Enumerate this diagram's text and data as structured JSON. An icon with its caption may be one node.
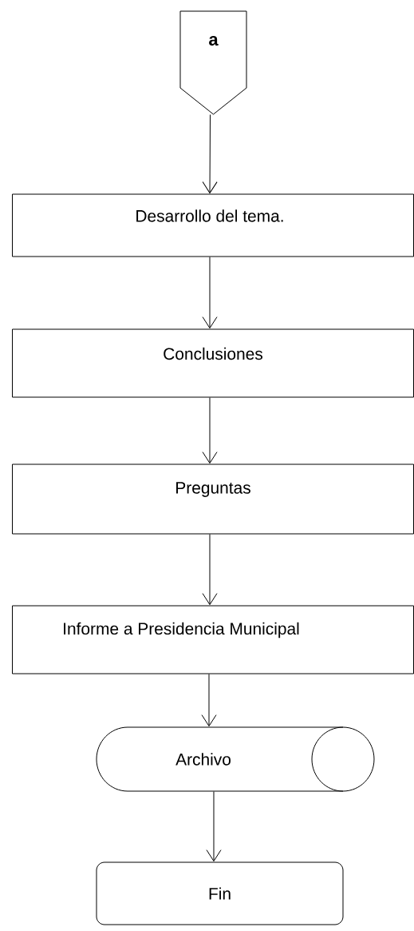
{
  "diagram": {
    "nodes": [
      {
        "text": [
          "a"
        ]
      },
      {
        "text": [
          "Desarrollo del tema."
        ]
      },
      {
        "text": [
          "Conclusiones"
        ]
      },
      {
        "text": [
          "Preguntas"
        ]
      },
      {
        "text": [
          "Informe a Presidencia Municipal"
        ]
      },
      {
        "text": [
          "Archivo"
        ]
      },
      {
        "text": [
          "Fin"
        ]
      }
    ],
    "edges": [
      {
        "from": 0,
        "to": 1,
        "arrow": "to"
      },
      {
        "from": 1,
        "to": 2,
        "arrow": "to"
      },
      {
        "from": 2,
        "to": 3,
        "arrow": "to"
      },
      {
        "from": 3,
        "to": 4,
        "arrow": "to"
      },
      {
        "from": 4,
        "to": 5,
        "arrow": "to"
      },
      {
        "from": 5,
        "to": 6,
        "arrow": "to"
      }
    ]
  }
}
